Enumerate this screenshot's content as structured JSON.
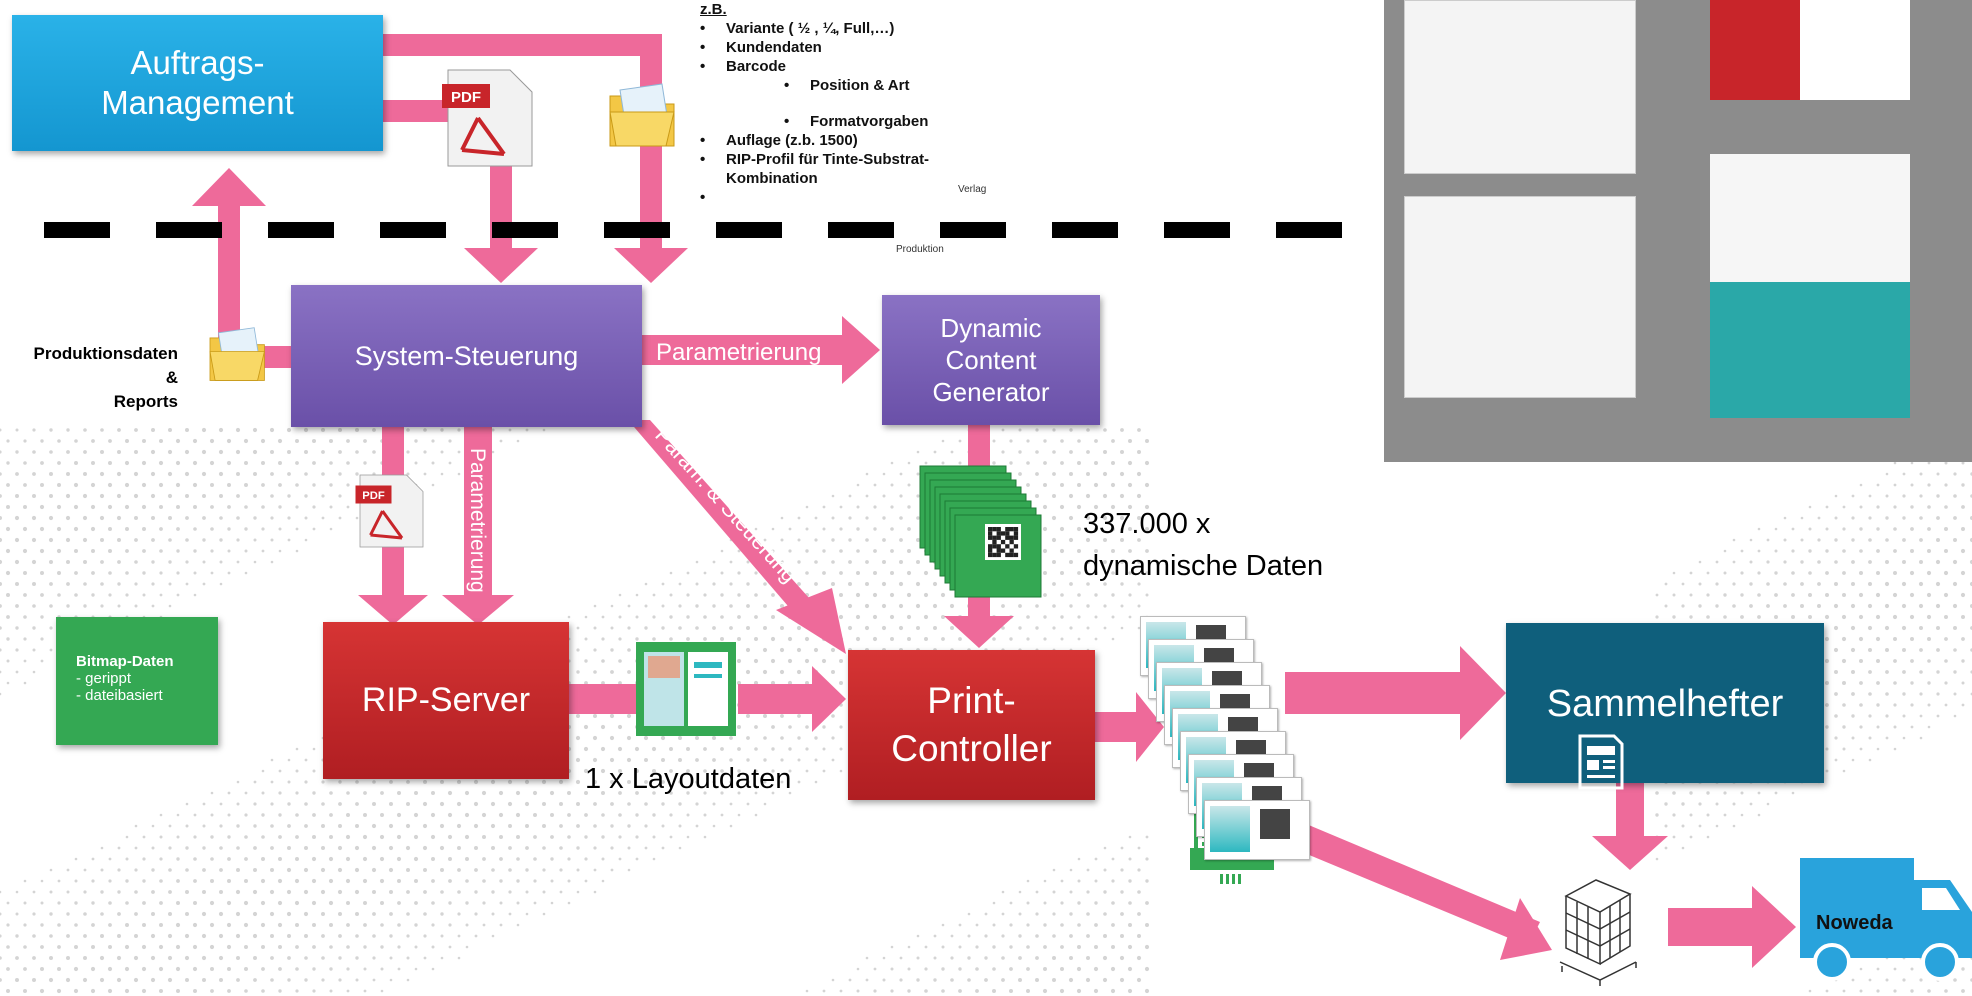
{
  "colors": {
    "arrow": "#ee6a9a",
    "cyan": "#1ea7e1",
    "purple": "#7a5fb6",
    "red": "#c8252a",
    "green": "#34a853",
    "teal": "#0f5f7c",
    "truck": "#29a3dc"
  },
  "boxes": {
    "auftrags": "Auftrags-\nManagement",
    "system": "System-Steuerung",
    "dynamic": "Dynamic\nContent\nGenerator",
    "rip": "RIP-Server",
    "print": "Print-\nController",
    "sammel": "Sammelhefter"
  },
  "bitmap": {
    "title": "Bitmap-Daten",
    "line1": "- gerippt",
    "line2": "- dateibasiert"
  },
  "labels": {
    "produktionsdaten": "Produktionsdaten",
    "amp": "&",
    "reports": "Reports",
    "dynamische_count": "337.000 x",
    "dynamische_label": "dynamische Daten",
    "layout": "1 x Layoutdaten",
    "verlag": "Verlag",
    "produktion": "Produktion",
    "noweda": "Noweda"
  },
  "arrow_labels": {
    "param_h": "Parametrierung",
    "param_v": "Parametrierung",
    "param_steuer": "Param. & Steuerung",
    "param_diag": "Parametrierung"
  },
  "notes": {
    "heading": "z.B.",
    "items": [
      "Variante ( ½ , ¼, Full,…)",
      "Kundendaten",
      "Barcode"
    ],
    "sub1": "Position & Art",
    "sub2": "Formatvorgaben",
    "items2": [
      "Auflage (z.b. 1500)",
      "RIP-Profil für Tinte-Substrat-"
    ],
    "cont": "Kombination"
  },
  "icons": [
    "pdf-icon",
    "folder-envelope-icon",
    "qr-code-icon",
    "document-icon",
    "printer-icon",
    "pallet-icon",
    "truck-icon"
  ]
}
